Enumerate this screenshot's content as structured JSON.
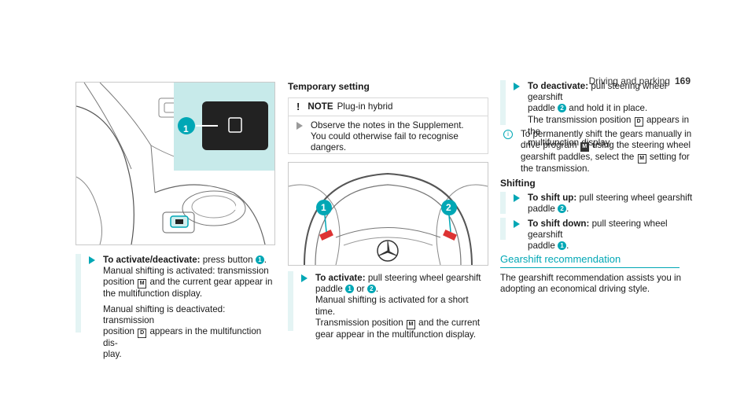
{
  "header": {
    "section": "Driving and parking",
    "page": "169"
  },
  "figure1": {
    "callout": "1",
    "display_letter": "M"
  },
  "figure2": {
    "callout_left": "1",
    "callout_right": "2"
  },
  "col1": {
    "activate_title": "To activate/deactivate:",
    "activate_a": "press button",
    "activate_num": "1",
    "activate_b": ".",
    "line2": "Manual shifting is activated: transmission",
    "line3a": "position",
    "pos_m": "M",
    "line3b": "and the current gear appear in",
    "line4": "the multifunction display.",
    "line5": "Manual shifting is deactivated: transmission",
    "line6a": "position",
    "pos_d": "D",
    "line6b": "appears in the multifunction dis-",
    "line7": "play."
  },
  "col2": {
    "temp_title": "Temporary setting",
    "note_mark": "!",
    "note_label": "NOTE",
    "note_text": "Plug-in hybrid",
    "note_line1": "Observe the notes in the Supplement.",
    "note_line2": "You could otherwise fail to recognise",
    "note_line3": "dangers.",
    "act_title": "To activate:",
    "act_a": "pull steering wheel gearshift",
    "act_line2a": "paddle",
    "act_num1": "1",
    "act_or": "or",
    "act_num2": "2",
    "act_dot": ".",
    "act_line3": "Manual shifting is activated for a short time.",
    "act_line4a": "Transmission position",
    "pos_m": "M",
    "act_line4b": "and the current",
    "act_line5": "gear appear in the multifunction display."
  },
  "col3": {
    "deact_title": "To deactivate:",
    "deact_a": "pull steering wheel gearshift",
    "deact_line2a": "paddle",
    "deact_num": "2",
    "deact_line2b": "and hold it in place.",
    "deact_line3a": "The transmission position",
    "pos_d": "D",
    "deact_line3b": "appears in the",
    "deact_line4": "multifunction display.",
    "info_line1": "To permanently shift the gears manually in",
    "info_line2a": "drive program",
    "prog_icon": "M",
    "info_line2b": "using the steering wheel",
    "info_line3a": "gearshift paddles, select the",
    "pos_m": "M",
    "info_line3b": "setting for",
    "info_line4": "the transmission.",
    "shifting_title": "Shifting",
    "up_title": "To shift up:",
    "up_a": "pull steering wheel gearshift",
    "up_line2a": "paddle",
    "up_num": "2",
    "up_dot": ".",
    "down_title": "To shift down:",
    "down_a": "pull steering wheel gearshift",
    "down_line2a": "paddle",
    "down_num": "1",
    "down_dot": ".",
    "rec_title": "Gearshift recommendation",
    "rec_line1": "The gearshift recommendation assists you in",
    "rec_line2": "adopting an economical driving style."
  }
}
